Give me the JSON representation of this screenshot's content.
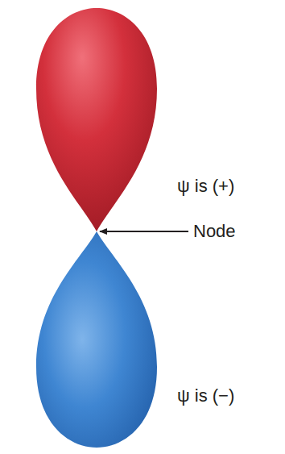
{
  "diagram": {
    "labels": [
      "ψ is (+)",
      "Node",
      "ψ is (−)"
    ]
  }
}
